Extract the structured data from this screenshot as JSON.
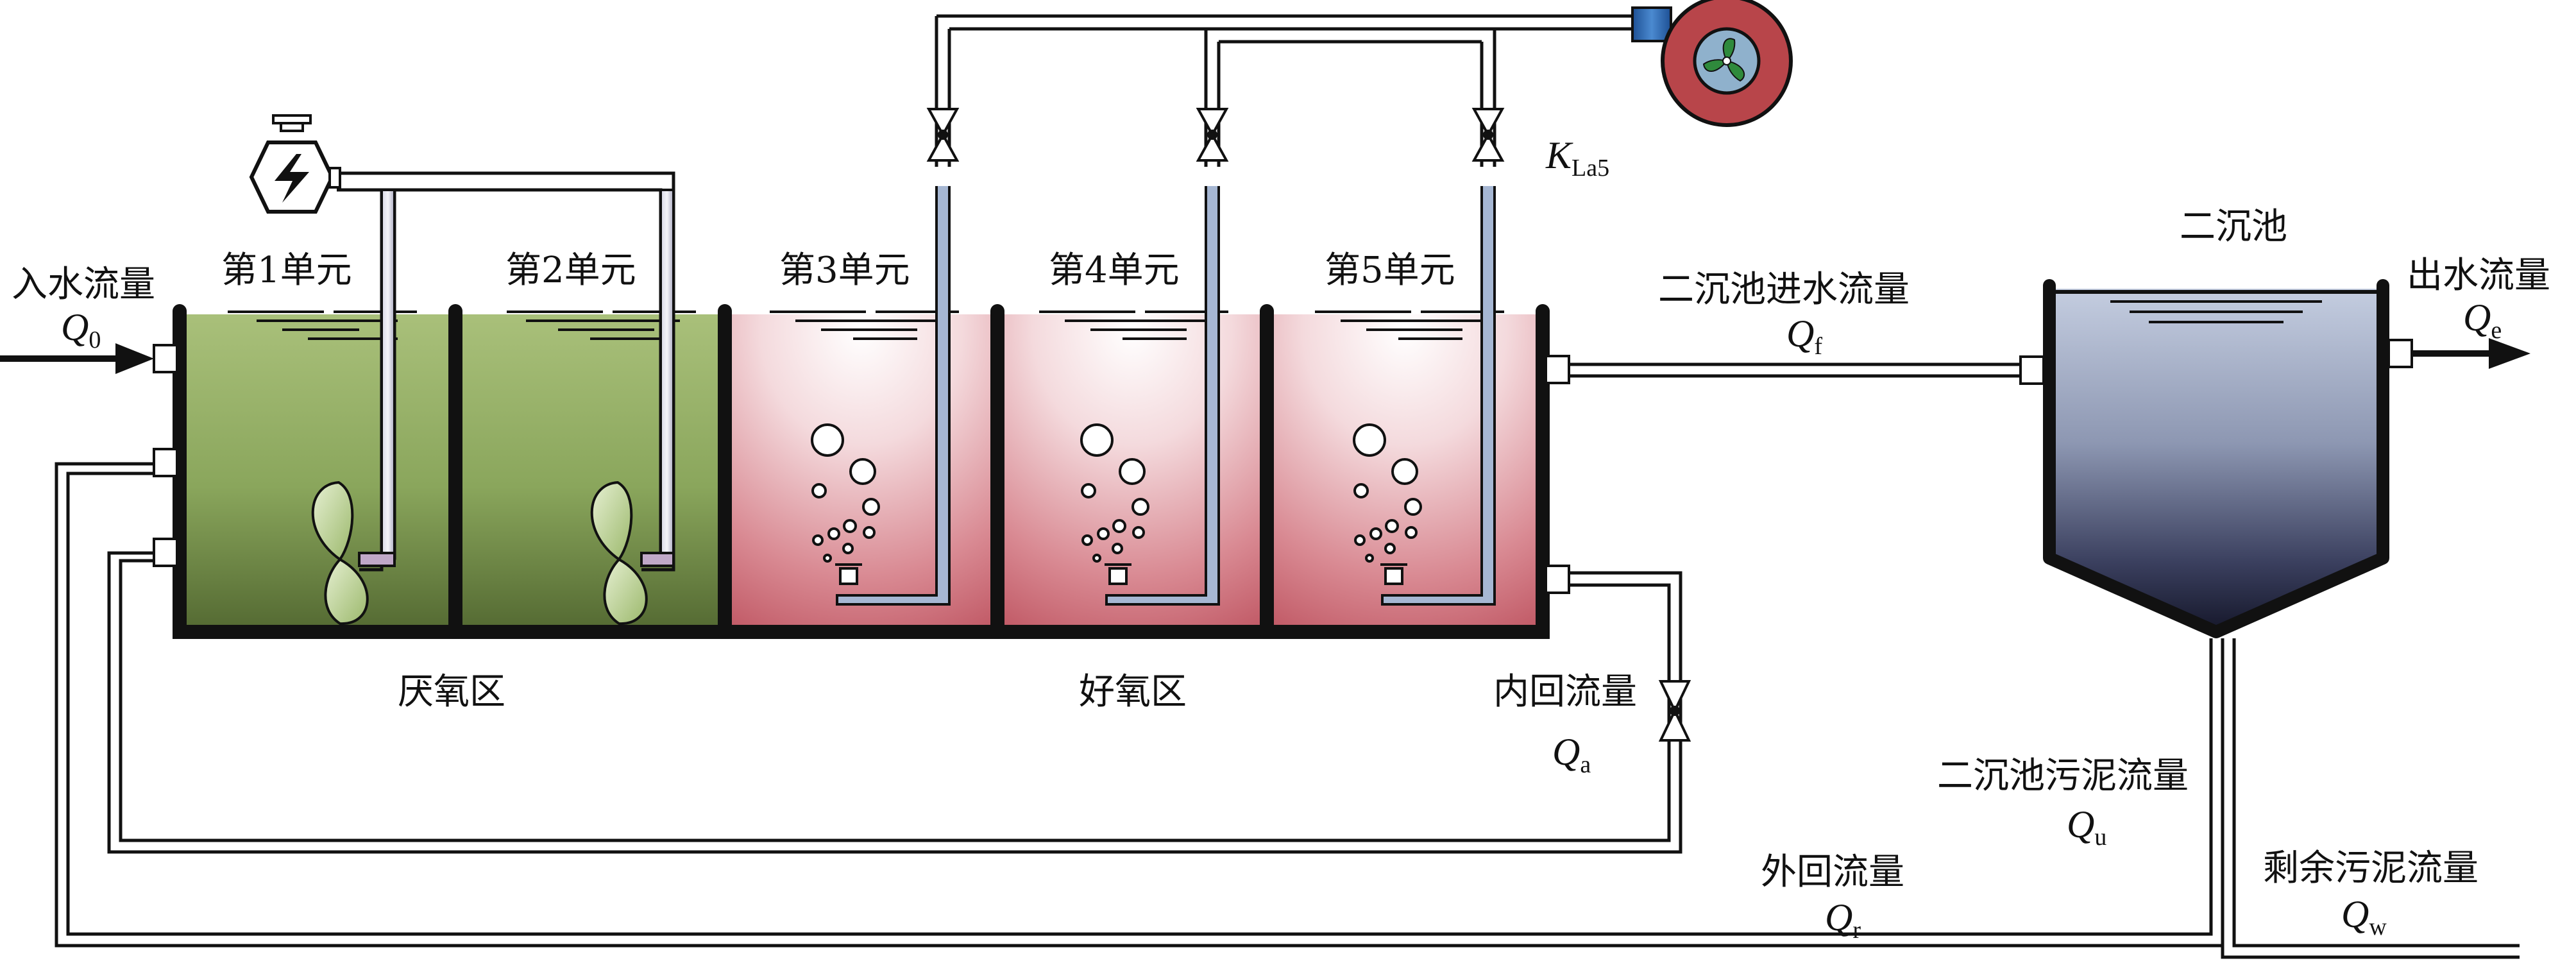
{
  "colors": {
    "anoxic_fill": "#7f9e52",
    "aerobic_fill": "#d27b84",
    "clarifier_top": "#b7c1d6",
    "clarifier_bottom": "#1b1d33",
    "pipe": "#111111",
    "blower_ring": "#b8454a",
    "blower_core": "#8fb1cc",
    "blower_inlet": "#2f6fb6"
  },
  "labels": {
    "inflow": "入水流量",
    "q0": "Q",
    "q0_sub": "0",
    "unit1": "第1单元",
    "unit2": "第2单元",
    "unit3": "第3单元",
    "unit4": "第4单元",
    "unit5": "第5单元",
    "anaerobic_zone": "厌氧区",
    "aerobic_zone": "好氧区",
    "kla": "K",
    "kla_sub": "La5",
    "secondary_inflow": "二沉池进水流量",
    "qf": "Q",
    "qf_sub": "f",
    "clarifier": "二沉池",
    "outflow": "出水流量",
    "qe": "Q",
    "qe_sub": "e",
    "internal_return": "内回流量",
    "qa": "Q",
    "qa_sub": "a",
    "clarifier_sludge": "二沉池污泥流量",
    "qu": "Q",
    "qu_sub": "u",
    "external_return": "外回流量",
    "qr": "Q",
    "qr_sub": "r",
    "excess_sludge": "剩余污泥流量",
    "qw": "Q",
    "qw_sub": "w"
  },
  "icons": {
    "motor": "motor-icon",
    "blower": "blower-icon",
    "valve": "valve-icon",
    "mixer": "mixer-icon",
    "diffuser": "diffuser-icon"
  }
}
